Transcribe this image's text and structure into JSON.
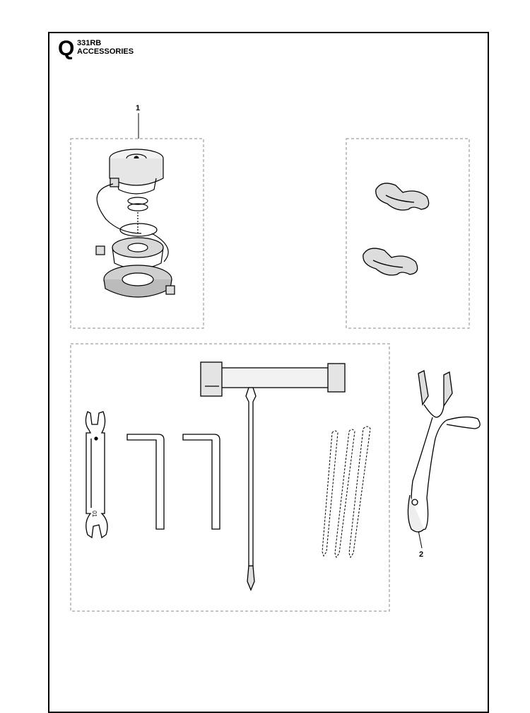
{
  "header": {
    "section_letter": "Q",
    "model": "331RB",
    "title": "ACCESSORIES"
  },
  "callouts": [
    {
      "label": "1"
    },
    {
      "label": "2"
    }
  ],
  "wrench_stamp": "01"
}
